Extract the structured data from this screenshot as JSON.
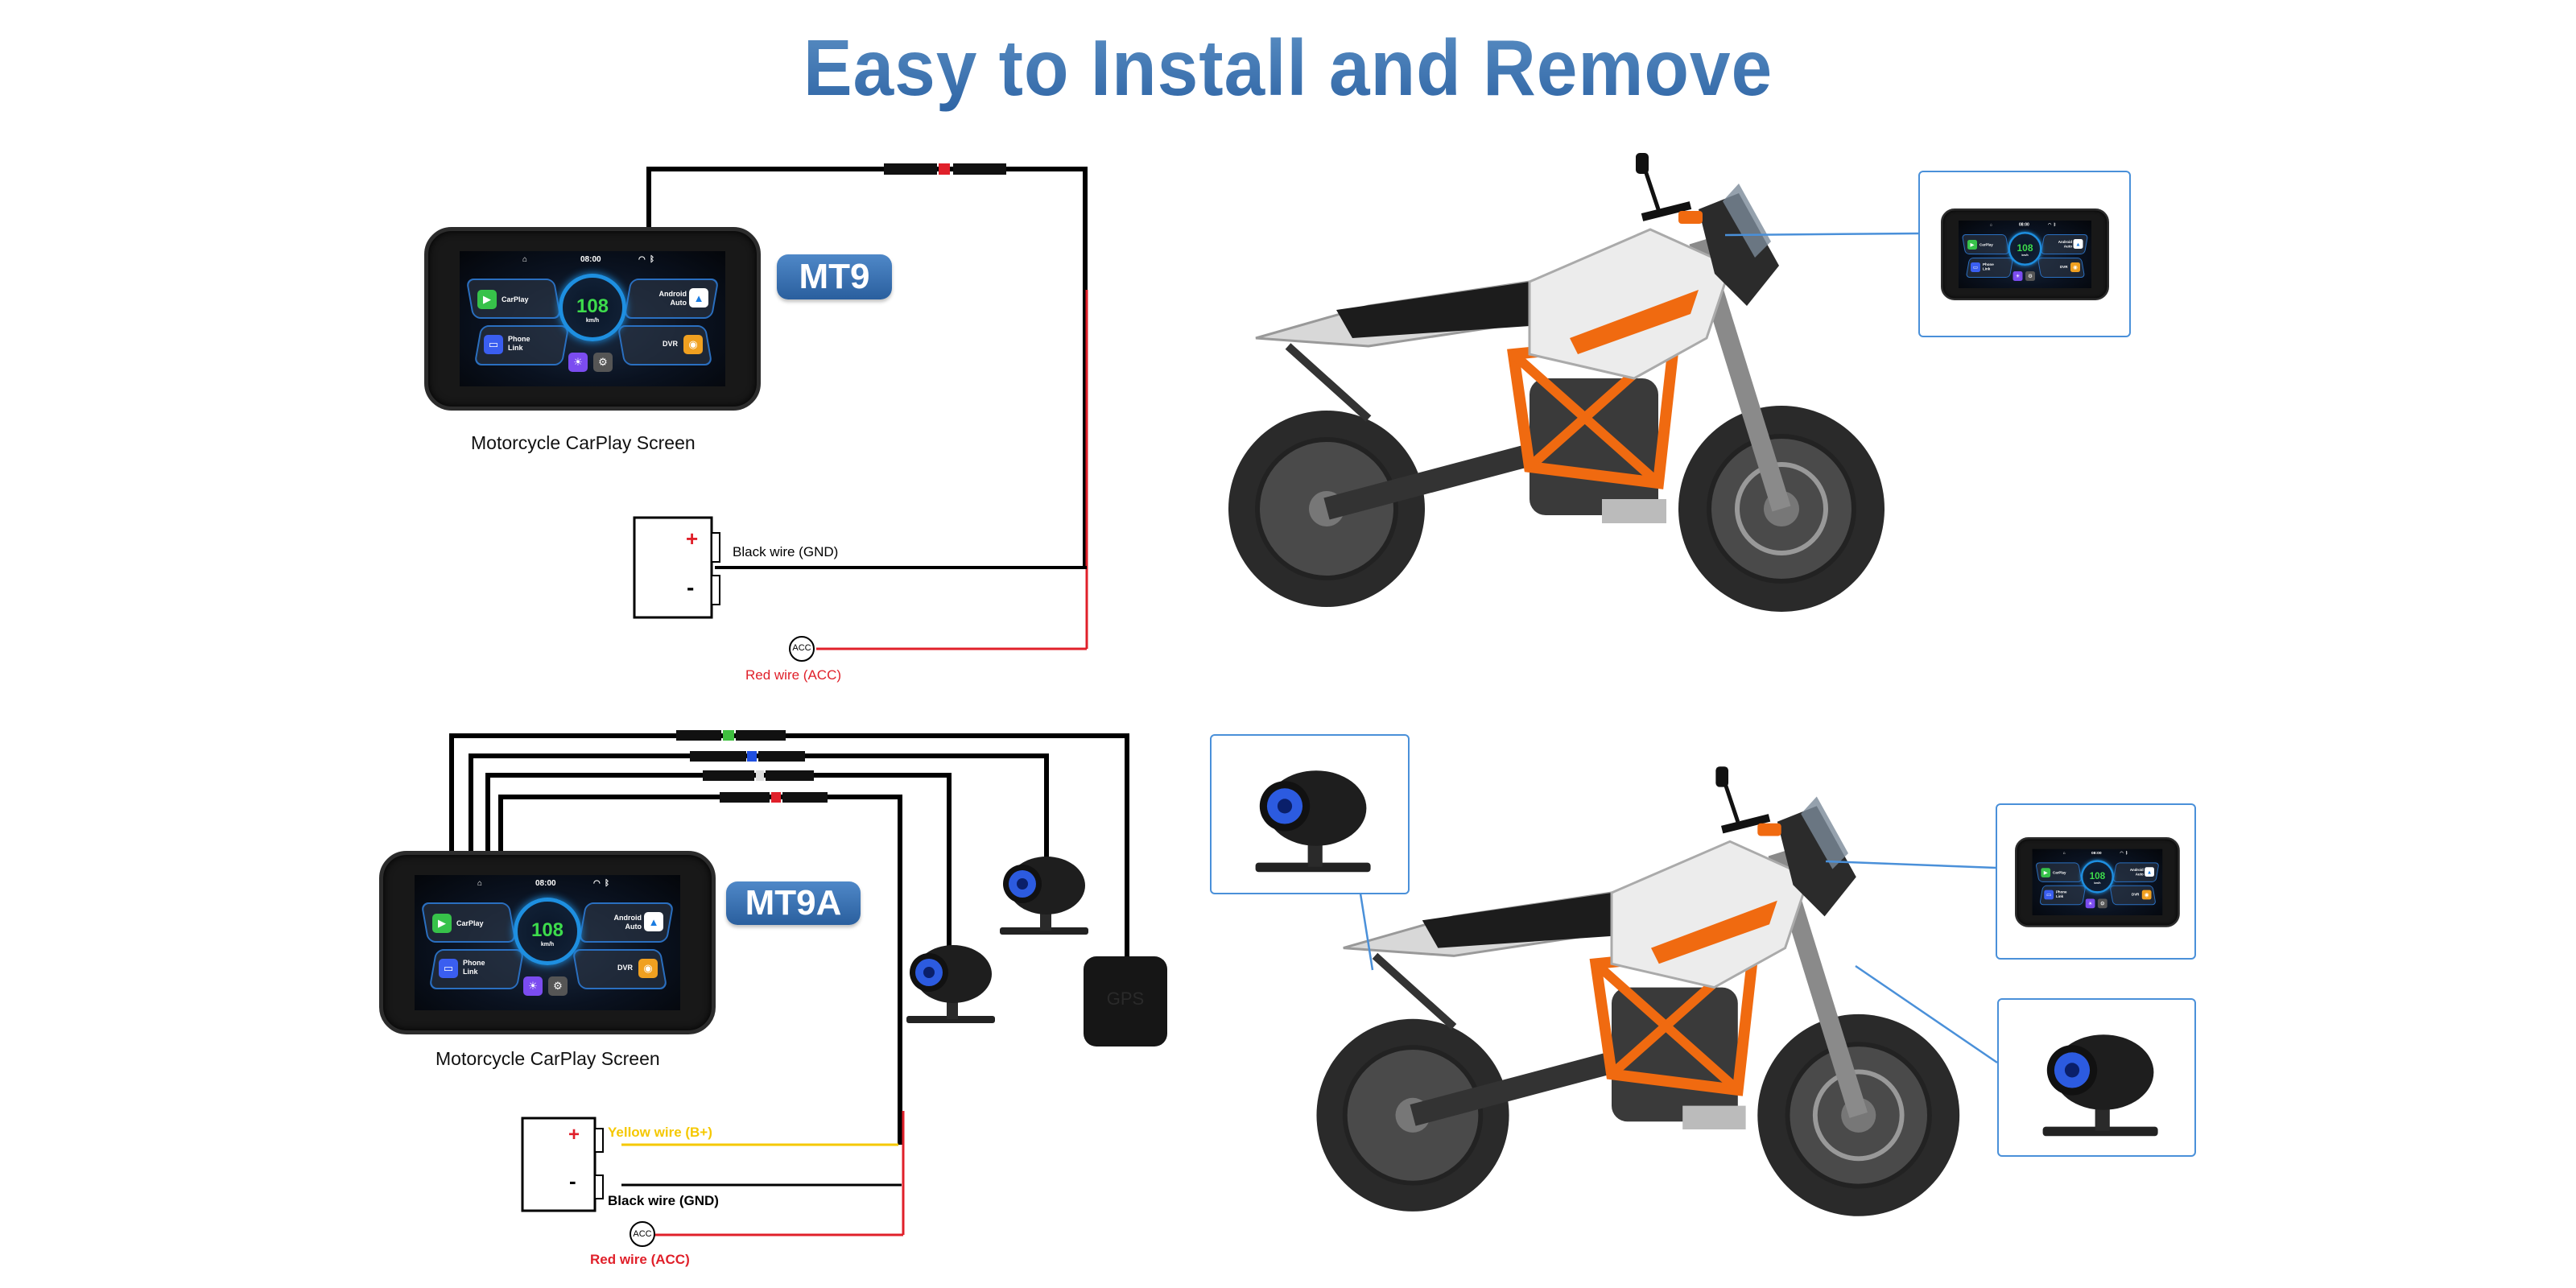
{
  "title": "Easy to Install and Remove",
  "screen": {
    "time": "08:00",
    "speed": "108",
    "unit": "km/h",
    "apps": {
      "carplay": "CarPlay",
      "android_auto": "Android Auto",
      "phone_link": "Phone Link",
      "dvr": "DVR"
    },
    "icons": [
      "home-icon",
      "wifi-icon",
      "bluetooth-icon",
      "carplay-icon",
      "android-auto-icon",
      "phone-link-icon",
      "dvr-icon",
      "brightness-icon",
      "settings-icon"
    ]
  },
  "mt9": {
    "badge": "MT9",
    "caption": "Motorcycle CarPlay Screen",
    "battery": {
      "plus": "+",
      "minus": "-"
    },
    "black_wire": "Black wire (GND)",
    "acc": "ACC",
    "red_wire": "Red wire (ACC)"
  },
  "mt9a": {
    "badge": "MT9A",
    "caption": "Motorcycle CarPlay Screen",
    "battery": {
      "plus": "+",
      "minus": "-"
    },
    "yellow_wire": "Yellow wire (B+)",
    "black_wire": "Black wire (GND)",
    "acc": "ACC",
    "red_wire": "Red wire (ACC)",
    "gps": "GPS"
  },
  "colors": {
    "title": "#3a72b0",
    "badge": "#3a72b0",
    "red_wire": "#e0202a",
    "yellow_wire": "#f5c800",
    "black_wire": "#000000",
    "callout": "#4a90d9",
    "frame": "#f06a10"
  }
}
